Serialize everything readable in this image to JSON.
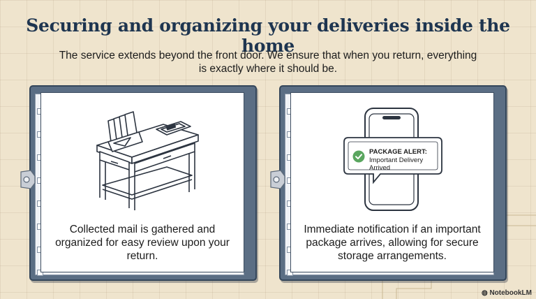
{
  "header": {
    "title": "Securing and organizing your deliveries inside the home",
    "subtitle": "The service extends beyond the front door. We ensure that when you return, everything is exactly where it should be."
  },
  "cards": [
    {
      "caption": "Collected mail is gathered and organized for easy review upon your return.",
      "icon": "mail-table-icon"
    },
    {
      "caption": "Immediate notification if an important package arrives, allowing for secure storage arrangements.",
      "icon": "smartphone-icon",
      "notification": {
        "title": "PACKAGE ALERT:",
        "body_line1": "Important Delivery",
        "body_line2": "Arrived"
      }
    }
  ],
  "footer": {
    "brand": "NotebookLM"
  },
  "colors": {
    "background": "#efe4cd",
    "title": "#1e3550",
    "board": "#5b6e84",
    "check": "#5aa65f"
  }
}
